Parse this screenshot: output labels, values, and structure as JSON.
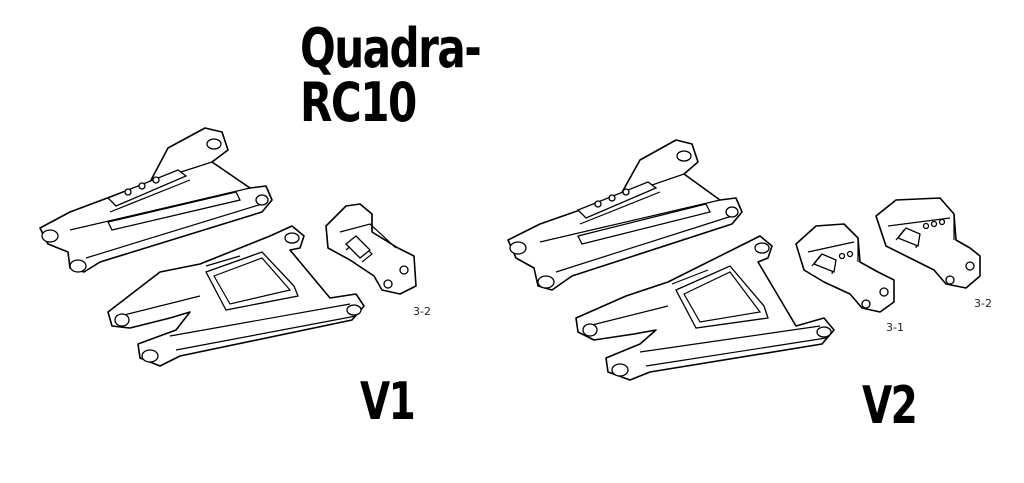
{
  "title": "Quadra-RC10",
  "versions": {
    "left": "V1",
    "right": "V2"
  },
  "part_codes": {
    "v1_block": "3-2",
    "v2_block_a": "3-1",
    "v2_block_b": "3-2"
  }
}
